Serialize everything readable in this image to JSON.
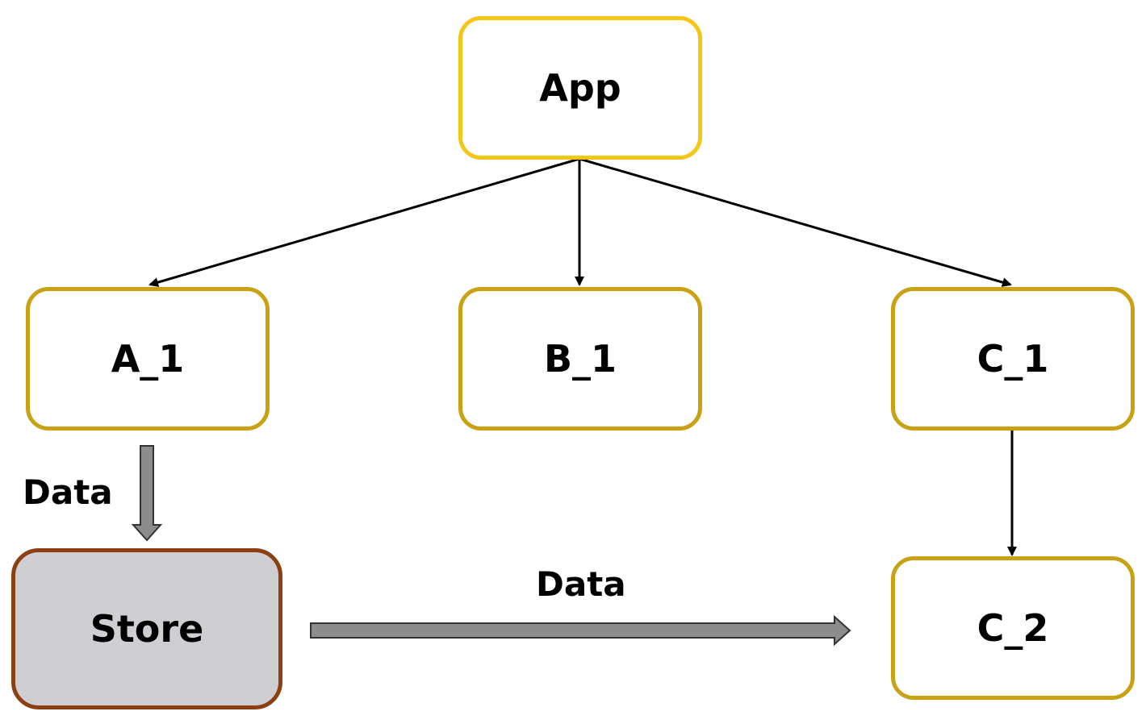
{
  "diagram": {
    "nodes": {
      "app": "App",
      "a1": "A_1",
      "b1": "B_1",
      "c1": "C_1",
      "c2": "C_2",
      "store": "Store"
    },
    "edge_labels": {
      "a1_to_store": "Data",
      "store_to_c2": "Data"
    },
    "colors": {
      "app_border": "#f5c518",
      "node_border": "#c9a114",
      "store_border": "#8b3f12",
      "store_fill": "#cfced3",
      "data_arrow_fill": "#8c8c8c"
    }
  }
}
